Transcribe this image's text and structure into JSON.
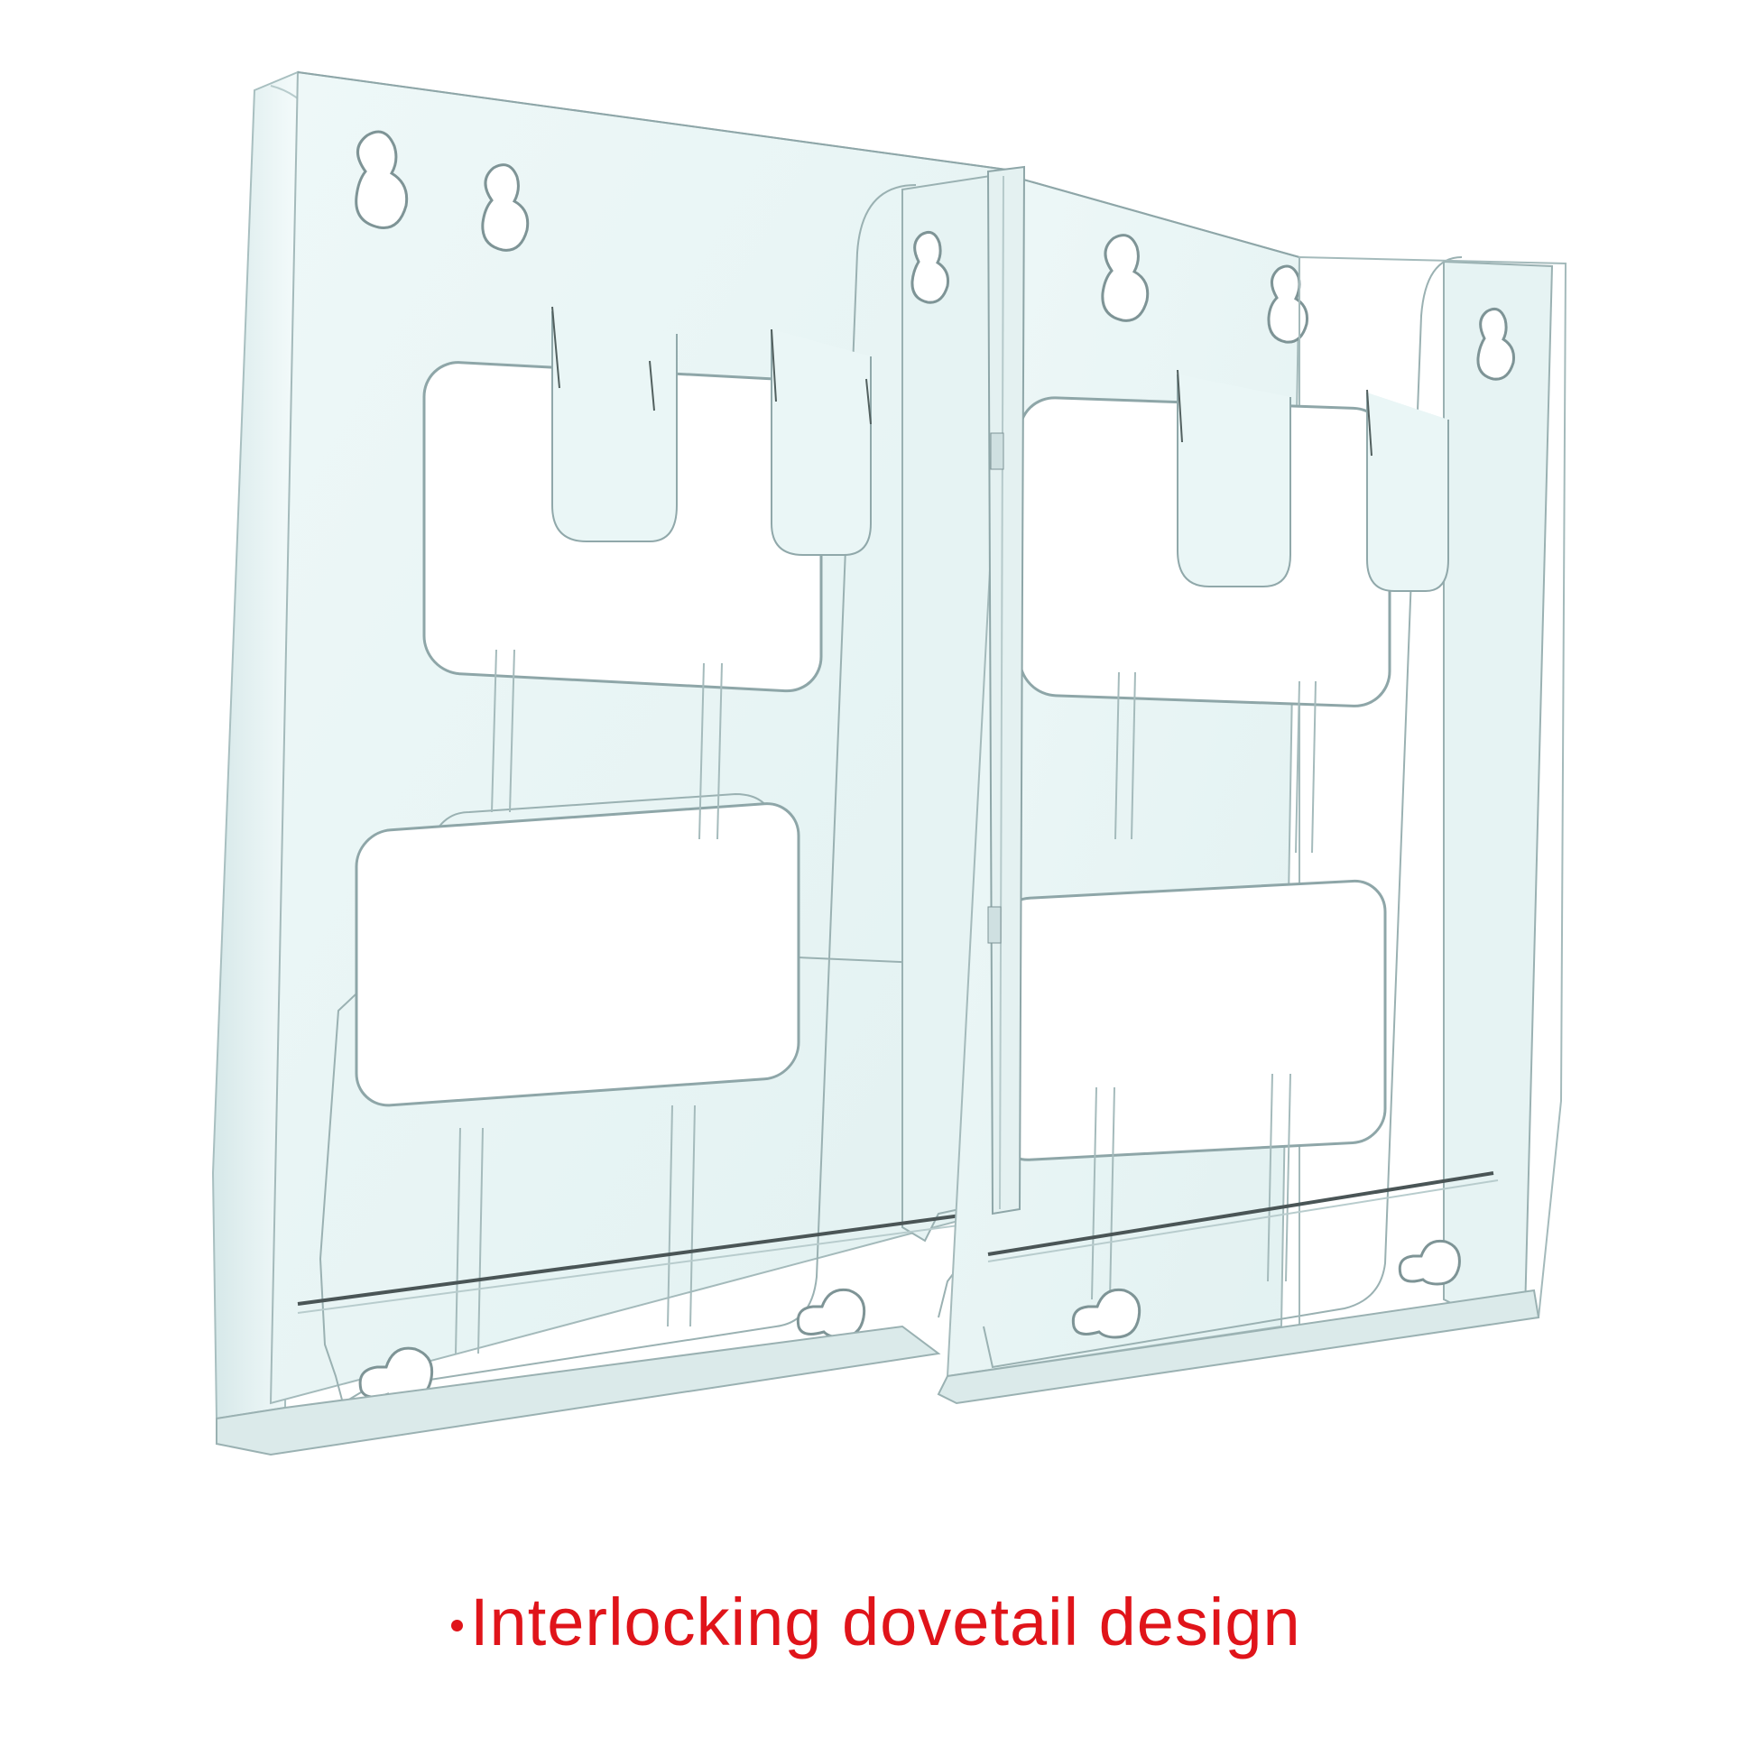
{
  "caption": {
    "bullet": "•",
    "text": "Interlocking dovetail design",
    "color": "#e0141a"
  },
  "product": {
    "name": "Two interlocking clear acrylic wall-mount brochure holders",
    "units": 2,
    "material_tint": "#e9f5f5",
    "edge_color": "#9fb6b8",
    "shadow_edge_color": "#3f4a4c",
    "background": "#ffffff"
  }
}
